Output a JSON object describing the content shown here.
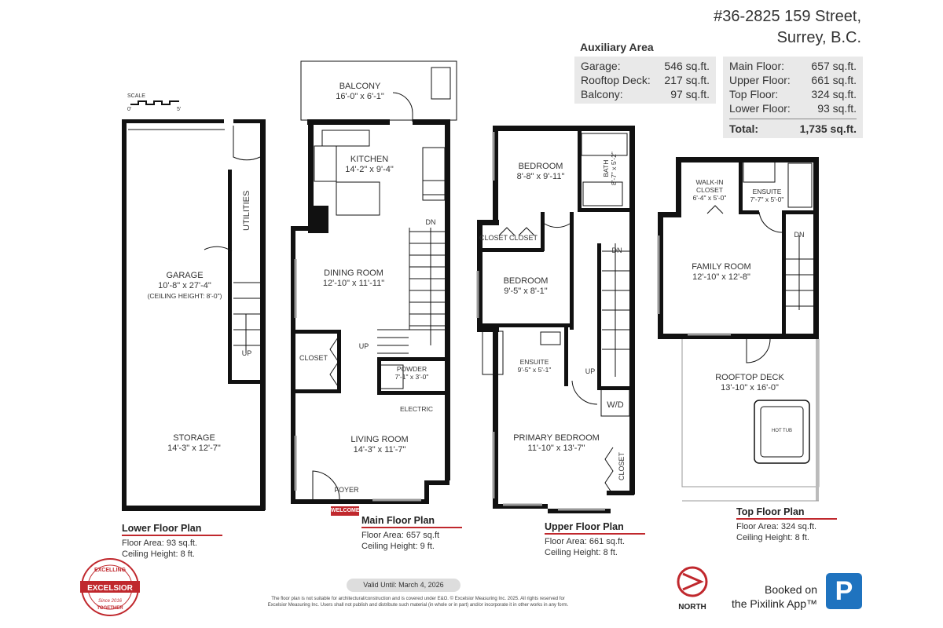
{
  "address": {
    "line1": "#36-2825 159 Street,",
    "line2": "Surrey, B.C."
  },
  "auxiliary": {
    "title": "Auxiliary Area",
    "rows": [
      {
        "label": "Garage:",
        "value": "546 sq.ft."
      },
      {
        "label": "Rooftop Deck:",
        "value": "217 sq.ft."
      },
      {
        "label": "Balcony:",
        "value": "97 sq.ft."
      }
    ]
  },
  "areas": {
    "rows": [
      {
        "label": "Main Floor:",
        "value": "657 sq.ft."
      },
      {
        "label": "Upper Floor:",
        "value": "661 sq.ft."
      },
      {
        "label": "Top Floor:",
        "value": "324 sq.ft."
      },
      {
        "label": "Lower Floor:",
        "value": "93 sq.ft."
      }
    ],
    "total_label": "Total:",
    "total_value": "1,735 sq.ft."
  },
  "scale": {
    "label": "SCALE",
    "min": "0'",
    "max": "5'"
  },
  "rooms": {
    "garage": {
      "name": "GARAGE",
      "dims": "10'-8\" x 27'-4\"",
      "note": "(CEILING HEIGHT: 8'-0\")"
    },
    "utilities": "UTILITIES",
    "storage": {
      "name": "STORAGE",
      "dims": "14'-3\" x 12'-7\""
    },
    "balcony": {
      "name": "BALCONY",
      "dims": "16'-0\" x  6'-1\""
    },
    "kitchen": {
      "name": "KITCHEN",
      "dims": "14'-2\" x  9'-4\""
    },
    "dining": {
      "name": "DINING ROOM",
      "dims": "12'-10\" x  11'-11\""
    },
    "closet_main": "CLOSET",
    "powder": {
      "name": "POWDER",
      "dims": "7'-1\" x 3'-0\""
    },
    "electric": "ELECTRIC",
    "living": {
      "name": "LIVING ROOM",
      "dims": "14'-3\" x  11'-7\""
    },
    "foyer": "FOYER",
    "welcome": "WELCOME",
    "bedroom1": {
      "name": "BEDROOM",
      "dims": "8'-8\" x  9'-11\""
    },
    "bath": {
      "name": "BATH",
      "dims": "8'-7\" x 5'-2\""
    },
    "closet_up_a": "CLOSET",
    "closet_up_b": "CLOSET",
    "bedroom2": {
      "name": "BEDROOM",
      "dims": "9'-5\" x  8'-1\""
    },
    "ensuite_up": {
      "name": "ENSUITE",
      "dims": "9'-5\" x 5'-1\""
    },
    "wd": "W/D",
    "primary": {
      "name": "PRIMARY BEDROOM",
      "dims": "11'-10\" x  13'-7\""
    },
    "closet_primary": "CLOSET",
    "walkin": {
      "name": "WALK-IN CLOSET",
      "dims": "6'-4\" x 5'-0\""
    },
    "ensuite_top": {
      "name": "ENSUITE",
      "dims": "7'-7\" x 5'-0\""
    },
    "family": {
      "name": "FAMILY ROOM",
      "dims": "12'-10\" x  12'-8\""
    },
    "rooftop": {
      "name": "ROOFTOP DECK",
      "dims": "13'-10\" x  16'-0\""
    },
    "hottub": "HOT TUB"
  },
  "stairs": {
    "up": "UP",
    "dn": "DN"
  },
  "plans": {
    "lower": {
      "title": "Lower Floor Plan",
      "area": "Floor Area: 93 sq.ft.",
      "ceiling": "Ceiling Height: 8 ft."
    },
    "main": {
      "title": "Main Floor Plan",
      "area": "Floor Area: 657 sq.ft",
      "ceiling": "Ceiling Height: 9 ft."
    },
    "upper": {
      "title": "Upper Floor Plan",
      "area": "Floor Area: 661 sq.ft.",
      "ceiling": "Ceiling Height: 8 ft."
    },
    "top": {
      "title": "Top Floor Plan",
      "area": "Floor Area: 324 sq.ft.",
      "ceiling": "Ceiling Height: 8 ft."
    }
  },
  "valid_until": "Valid Until: March 4, 2026",
  "disclaimer": {
    "line1": "The floor plan is not suitable for architectural/construction and is covered under E&O. © Excelsior Measuring Inc. 2025. All rights reserved for",
    "line2": "Excelsior Measuring Inc. Users shall not publish and distribute such material (in whole or in part) and/or incorporate it in other works in any form."
  },
  "badge": {
    "top": "EXCELLING",
    "name": "EXCELSIOR",
    "bottom": "TOGETHER",
    "since": "Since 2016"
  },
  "compass": {
    "label": "NORTH"
  },
  "booked": {
    "line1": "Booked on",
    "line2": "the Pixilink App™",
    "logo": "P"
  },
  "colors": {
    "accent": "#c0282d",
    "wall": "#111111",
    "box": "#e9e9e9",
    "pixilink": "#1f73bf"
  }
}
